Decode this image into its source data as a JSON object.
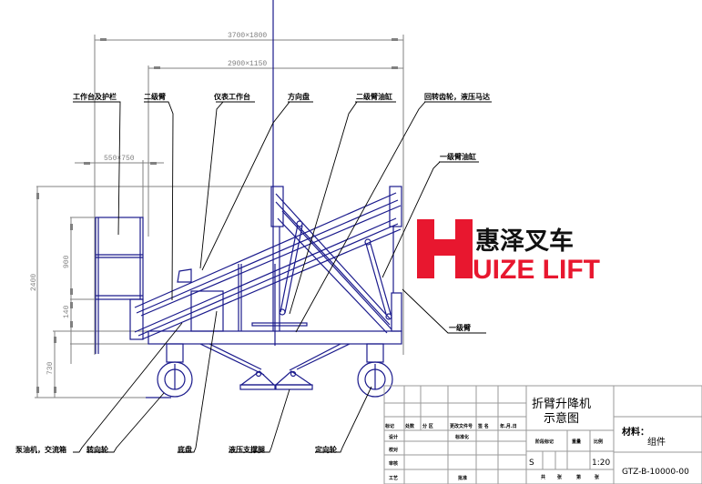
{
  "dimensions": {
    "overall_top": "3700×1800",
    "platform_span": "2900×1150",
    "basket_width": "550×750",
    "total_height": "2400",
    "basket_height": "900",
    "basket_to_deck": "140",
    "deck_height": "730"
  },
  "labels_top": [
    {
      "id": "work-platform-guardrail",
      "text": "工作台及护栏"
    },
    {
      "id": "secondary-arm",
      "text": "二级臂"
    },
    {
      "id": "instrument-panel",
      "text": "仪表工作台"
    },
    {
      "id": "steering-gear",
      "text": "方向盘"
    },
    {
      "id": "secondary-arm-cylinder",
      "text": "二级臂油缸"
    },
    {
      "id": "slewing-gear-motor",
      "text": "回转齿轮，液压马达"
    },
    {
      "id": "primary-arm-cylinder",
      "text": "一级臂油缸"
    },
    {
      "id": "primary-arm",
      "text": "一级臂"
    }
  ],
  "labels_bottom": [
    {
      "id": "pump-battery",
      "text": "泵油机，交流箱"
    },
    {
      "id": "steering-wheel",
      "text": "转向轮"
    },
    {
      "id": "chassis",
      "text": "底盘"
    },
    {
      "id": "hydraulic-outrigger",
      "text": "液压支撑腿"
    },
    {
      "id": "fixed-wheel",
      "text": "定向轮"
    }
  ],
  "logo": {
    "letter": "H",
    "chinese": "惠泽叉车",
    "english": "UIZE LIFT",
    "color": "#e8172f"
  },
  "title_block": {
    "drawing_title_line1": "折臂升降机",
    "drawing_title_line2": "示意图",
    "material_label": "材料：",
    "material_value": "组件",
    "drawing_number": "GTZ-B-10000-00",
    "stage_marker": "S",
    "scale": "1:20",
    "header_row": [
      "标记",
      "处数",
      "分 区",
      "更改文件号",
      "签 名",
      "年.月.日"
    ],
    "row_labels": [
      "设计",
      "校对",
      "审核",
      "工艺"
    ],
    "standardization": "标准化",
    "approve": "批准",
    "stage_label": "阶段标记",
    "weight_label": "重量",
    "scale_label": "比例",
    "sheet_row": [
      "共",
      "张",
      "第",
      "张"
    ]
  }
}
